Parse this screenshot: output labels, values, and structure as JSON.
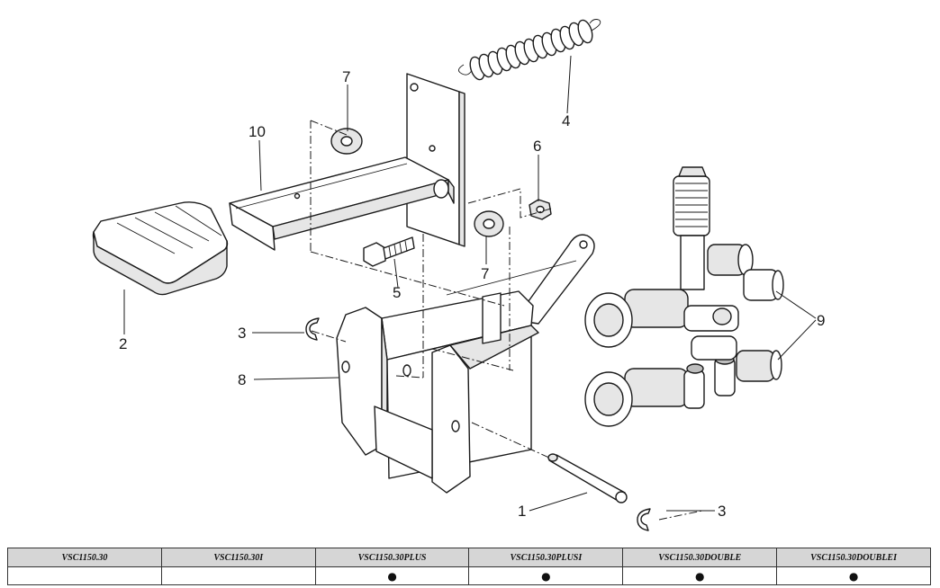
{
  "callouts": {
    "c1": "1",
    "c2": "2",
    "c3a": "3",
    "c3b": "3",
    "c4": "4",
    "c5": "5",
    "c6": "6",
    "c7a": "7",
    "c7b": "7",
    "c8": "8",
    "c9": "9",
    "c10": "10"
  },
  "table": {
    "headers": [
      "VSC1150.30",
      "VSC1150.30I",
      "VSC1150.30PLUS",
      "VSC1150.30PLUSI",
      "VSC1150.30DOUBLE",
      "VSC1150.30DOUBLEI"
    ],
    "row": [
      "",
      "",
      "●",
      "●",
      "●",
      "●"
    ]
  }
}
